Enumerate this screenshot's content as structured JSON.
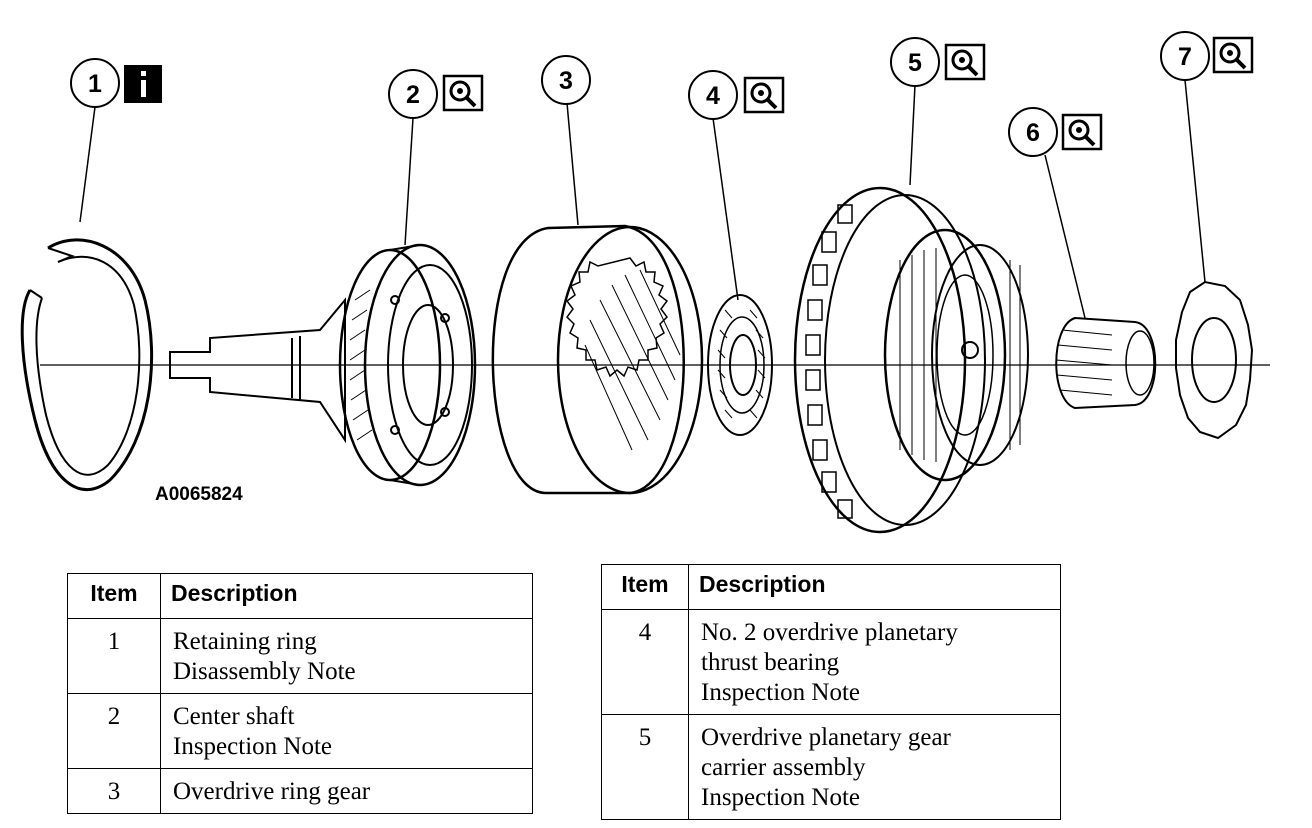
{
  "figure": {
    "figure_id": "A0065824",
    "callouts": [
      {
        "number": "1",
        "icon": "info-icon"
      },
      {
        "number": "2",
        "icon": "magnifier-icon"
      },
      {
        "number": "3",
        "icon": ""
      },
      {
        "number": "4",
        "icon": "magnifier-icon"
      },
      {
        "number": "5",
        "icon": "magnifier-icon"
      },
      {
        "number": "6",
        "icon": "magnifier-icon"
      },
      {
        "number": "7",
        "icon": "magnifier-icon"
      }
    ]
  },
  "tables": [
    {
      "header": {
        "item": "Item",
        "description": "Description"
      },
      "rows": [
        {
          "item": "1",
          "lines": [
            "Retaining ring",
            "Disassembly Note"
          ]
        },
        {
          "item": "2",
          "lines": [
            "Center shaft",
            "Inspection Note"
          ]
        },
        {
          "item": "3",
          "lines": [
            "Overdrive ring gear"
          ]
        }
      ]
    },
    {
      "header": {
        "item": "Item",
        "description": "Description"
      },
      "rows": [
        {
          "item": "4",
          "lines": [
            "No. 2 overdrive planetary",
            "thrust bearing",
            "Inspection Note"
          ]
        },
        {
          "item": "5",
          "lines": [
            "Overdrive planetary gear",
            "carrier assembly",
            "Inspection Note"
          ]
        }
      ]
    }
  ]
}
